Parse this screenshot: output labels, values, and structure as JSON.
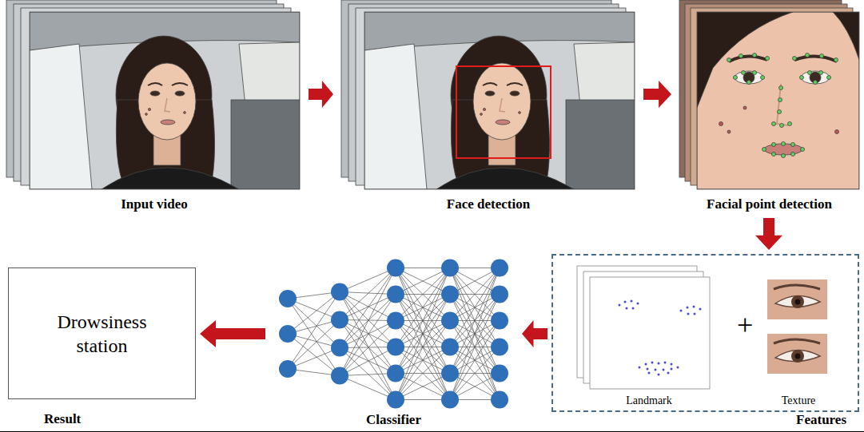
{
  "diagram": {
    "nodes": [
      {
        "text": [
          "Input video"
        ]
      },
      {
        "text": [
          "Face detection"
        ]
      },
      {
        "text": [
          "Facial point detection"
        ]
      },
      {
        "text": [
          "Drowsiness station",
          "Result"
        ]
      },
      {
        "text": [
          "Classifier"
        ]
      },
      {
        "text": [
          "Features"
        ]
      },
      {
        "text": [
          "Landmark"
        ],
        "in": 5
      },
      {
        "text": [
          "Texture"
        ],
        "in": 5
      }
    ],
    "edges": [
      {
        "from": 0,
        "to": 1,
        "arrow": "to"
      },
      {
        "from": 1,
        "to": 2,
        "arrow": "to"
      },
      {
        "from": 2,
        "to": 5,
        "arrow": "to"
      },
      {
        "from": 5,
        "to": 4,
        "arrow": "to"
      },
      {
        "from": 4,
        "to": 3,
        "arrow": "to"
      }
    ],
    "labels": [
      "+"
    ]
  }
}
